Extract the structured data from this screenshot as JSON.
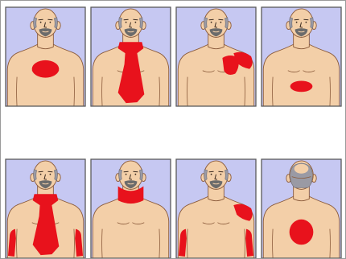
{
  "colors": {
    "pain": "#e8121c",
    "panel_background": "#c6c8f2",
    "skin": "#f3cfa8",
    "outline": "#8a5a3a",
    "hair": "#9a9aa4",
    "beard": "#6b6b6b"
  },
  "panels": [
    {
      "id": "chest-center",
      "view": "front",
      "pain_areas": [
        "center-chest"
      ]
    },
    {
      "id": "throat-to-chest",
      "view": "front",
      "pain_areas": [
        "throat-chest-band"
      ]
    },
    {
      "id": "left-shoulder-chest",
      "view": "front",
      "pain_areas": [
        "left-chest",
        "left-shoulder"
      ]
    },
    {
      "id": "upper-abdomen",
      "view": "front",
      "pain_areas": [
        "upper-abdomen"
      ]
    },
    {
      "id": "neck-chest-both-arms",
      "view": "front",
      "pain_areas": [
        "throat-chest-band",
        "left-arm",
        "right-arm"
      ]
    },
    {
      "id": "jaw-neck",
      "view": "front",
      "pain_areas": [
        "jaw-neck"
      ]
    },
    {
      "id": "left-shoulder-arms",
      "view": "front",
      "pain_areas": [
        "left-shoulder",
        "left-arm",
        "right-arm"
      ]
    },
    {
      "id": "upper-back",
      "view": "back",
      "pain_areas": [
        "upper-back"
      ]
    }
  ]
}
